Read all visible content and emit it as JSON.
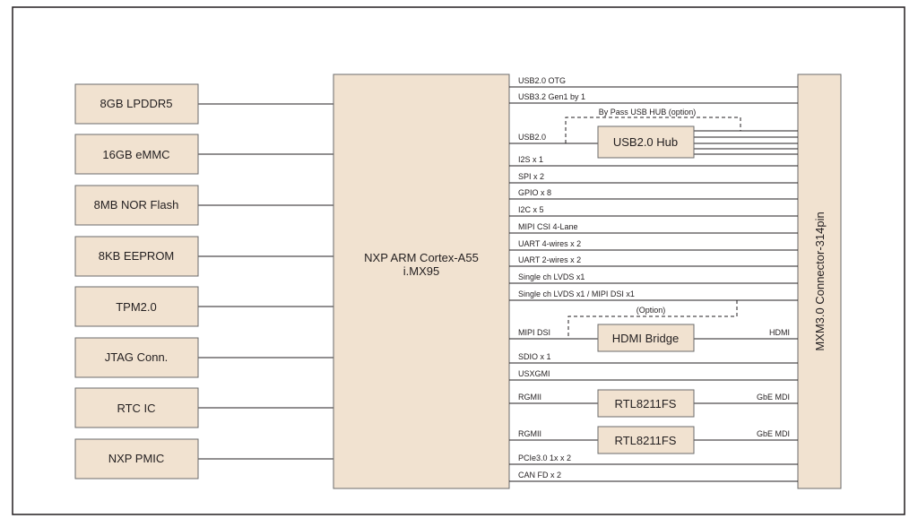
{
  "left_blocks": [
    "8GB LPDDR5",
    "16GB eMMC",
    "8MB NOR Flash",
    "8KB EEPROM",
    "TPM2.0",
    "JTAG Conn.",
    "RTC IC",
    "NXP PMIC"
  ],
  "cpu": {
    "line1": "NXP ARM Cortex-A55",
    "line2": "i.MX95"
  },
  "connector": "MXM3.0 Connector-314pin",
  "signals": {
    "usb_otg": "USB2.0 OTG",
    "usb3": "USB3.2 Gen1 by 1",
    "usb_bypass": "By Pass USB HUB (option)",
    "usb2": "USB2.0",
    "i2s": "I2S x 1",
    "spi": "SPI x 2",
    "gpio": "GPIO x 8",
    "i2c": "I2C x 5",
    "csi": "MIPI CSI 4-Lane",
    "uart4": "UART 4-wires x 2",
    "uart2": "UART 2-wires x 2",
    "lvds1": "Single ch LVDS x1",
    "lvds_dsi": "Single ch LVDS x1 / MIPI DSI x1",
    "option": "(Option)",
    "mipi_dsi": "MIPI DSI",
    "hdmi": "HDMI",
    "sdio": "SDIO x 1",
    "usxgmi": "USXGMI",
    "rgmii1": "RGMII",
    "gbe1": "GbE MDI",
    "rgmii2": "RGMII",
    "gbe2": "GbE MDI",
    "pcie": "PCIe3.0 1x  x 2",
    "can": "CAN FD x 2"
  },
  "chips": {
    "usb_hub": "USB2.0 Hub",
    "hdmi_bridge": "HDMI Bridge",
    "phy1": "RTL8211FS",
    "phy2": "RTL8211FS"
  }
}
